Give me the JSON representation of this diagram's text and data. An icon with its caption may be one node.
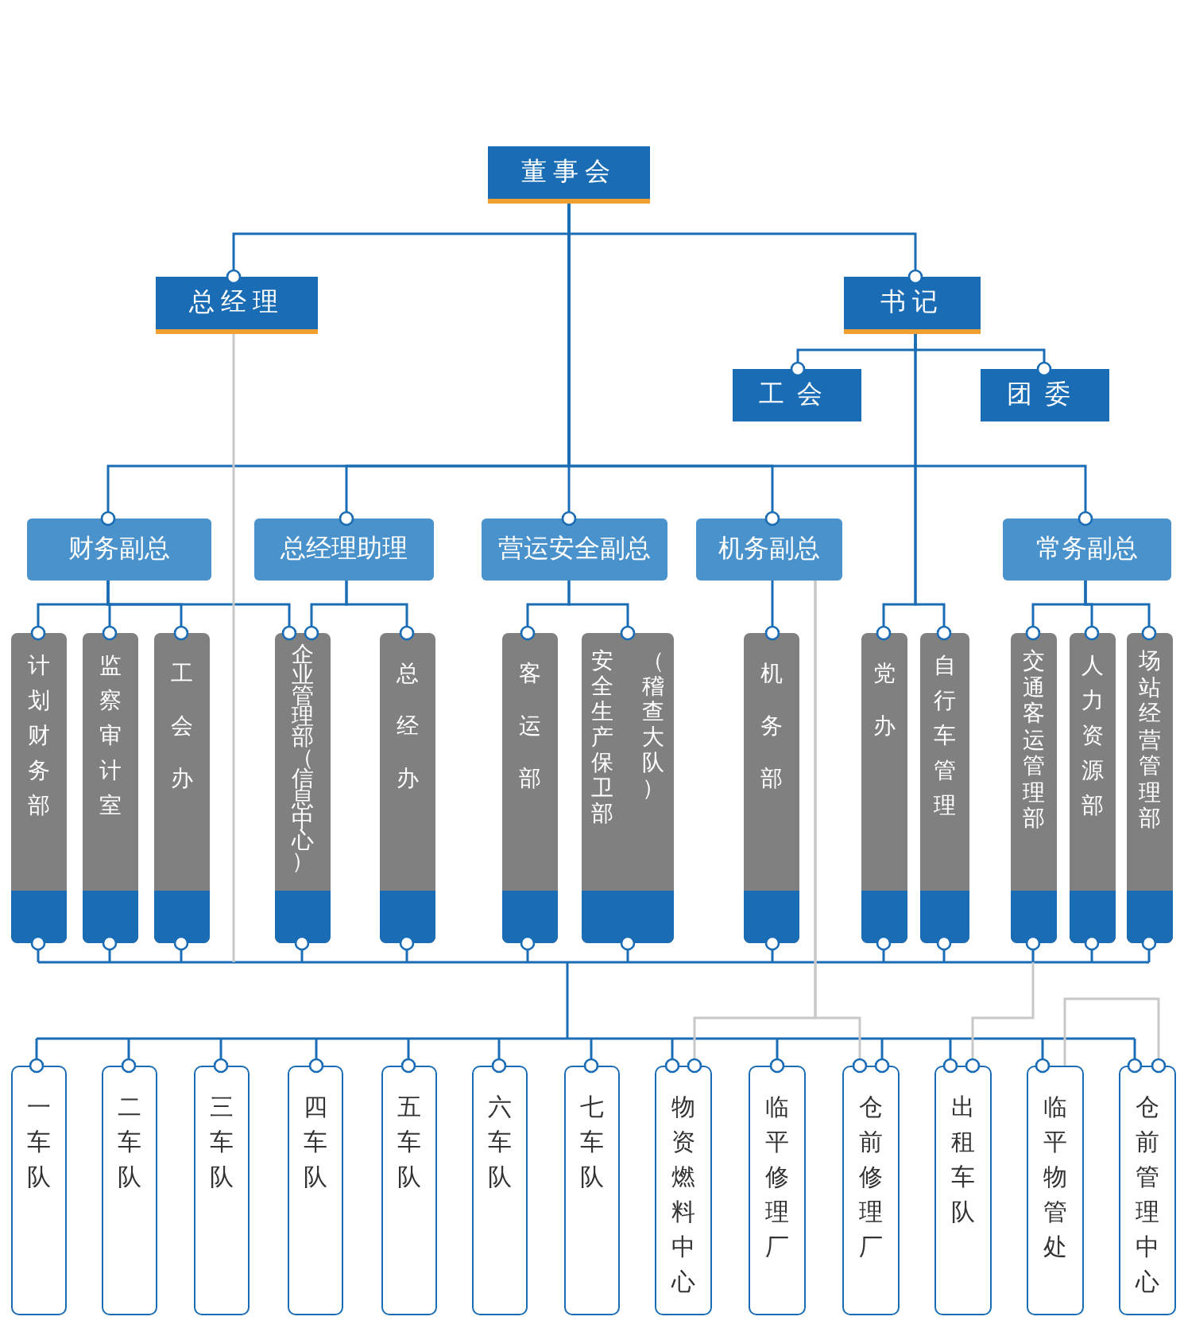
{
  "diagram": {
    "nodes": [
      {
        "text": [
          "董事会"
        ]
      },
      {
        "text": [
          "总经理"
        ]
      },
      {
        "text": [
          "书记"
        ]
      },
      {
        "text": [
          "工会"
        ]
      },
      {
        "text": [
          "团委"
        ]
      },
      {
        "text": [
          "财务副总"
        ]
      },
      {
        "text": [
          "总经理助理"
        ]
      },
      {
        "text": [
          "营运安全副总"
        ]
      },
      {
        "text": [
          "机务副总"
        ]
      },
      {
        "text": [
          "常务副总"
        ]
      },
      {
        "text": [
          "计划财务部"
        ]
      },
      {
        "text": [
          "监察审计室"
        ]
      },
      {
        "text": [
          "工会办"
        ]
      },
      {
        "text": [
          "企业管理部（信息中心）"
        ]
      },
      {
        "text": [
          "总经办"
        ]
      },
      {
        "text": [
          "客运部"
        ]
      },
      {
        "text": [
          "安全生产保卫部（稽查大队）"
        ]
      },
      {
        "text": [
          "机务部"
        ]
      },
      {
        "text": [
          "党办"
        ]
      },
      {
        "text": [
          "自行车管理"
        ]
      },
      {
        "text": [
          "交通客运管理部"
        ]
      },
      {
        "text": [
          "人力资源部"
        ]
      },
      {
        "text": [
          "场站经营管理部"
        ]
      },
      {
        "text": [
          "一车队"
        ]
      },
      {
        "text": [
          "二车队"
        ]
      },
      {
        "text": [
          "三车队"
        ]
      },
      {
        "text": [
          "四车队"
        ]
      },
      {
        "text": [
          "五车队"
        ]
      },
      {
        "text": [
          "六车队"
        ]
      },
      {
        "text": [
          "七车队"
        ]
      },
      {
        "text": [
          "物资燃料中心"
        ]
      },
      {
        "text": [
          "临平修理厂"
        ]
      },
      {
        "text": [
          "仓前修理厂"
        ]
      },
      {
        "text": [
          "出租车队"
        ]
      },
      {
        "text": [
          "临平物管处"
        ]
      },
      {
        "text": [
          "仓前管理中心"
        ]
      }
    ],
    "edges": [
      {
        "from": 0,
        "to": 1,
        "arrow": "other"
      },
      {
        "from": 0,
        "to": 2,
        "arrow": "other"
      },
      {
        "from": 0,
        "to": 5,
        "arrow": "other"
      },
      {
        "from": 0,
        "to": 6,
        "arrow": "other"
      },
      {
        "from": 0,
        "to": 7,
        "arrow": "other"
      },
      {
        "from": 0,
        "to": 8,
        "arrow": "other"
      },
      {
        "from": 0,
        "to": 9,
        "arrow": "other"
      },
      {
        "from": 2,
        "to": 3,
        "arrow": "other"
      },
      {
        "from": 2,
        "to": 4,
        "arrow": "other"
      },
      {
        "from": 5,
        "to": 10,
        "arrow": "other"
      },
      {
        "from": 5,
        "to": 11,
        "arrow": "other"
      },
      {
        "from": 5,
        "to": 12,
        "arrow": "other"
      },
      {
        "from": 5,
        "to": 13,
        "arrow": "other"
      },
      {
        "from": 6,
        "to": 13,
        "arrow": "other"
      },
      {
        "from": 6,
        "to": 14,
        "arrow": "other"
      },
      {
        "from": 7,
        "to": 15,
        "arrow": "other"
      },
      {
        "from": 7,
        "to": 16,
        "arrow": "other"
      },
      {
        "from": 8,
        "to": 17,
        "arrow": "other"
      },
      {
        "from": 2,
        "to": 18,
        "arrow": "other"
      },
      {
        "from": 2,
        "to": 19,
        "arrow": "other"
      },
      {
        "from": 9,
        "to": 20,
        "arrow": "other"
      },
      {
        "from": 9,
        "to": 21,
        "arrow": "other"
      },
      {
        "from": 9,
        "to": 22,
        "arrow": "other"
      },
      {
        "from": 1,
        "to": null,
        "arrow": "none",
        "color": "#c8c8c8"
      },
      {
        "from": 8,
        "to": 30,
        "arrow": "other",
        "color": "#c8c8c8"
      },
      {
        "from": 8,
        "to": 32,
        "arrow": "other",
        "color": "#c8c8c8"
      },
      {
        "from": 20,
        "to": 33,
        "arrow": "other",
        "color": "#c8c8c8"
      },
      {
        "from": 34,
        "to": 35,
        "arrow": "other",
        "color": "#c8c8c8"
      },
      {
        "from": null,
        "to": 10,
        "arrow": "other"
      },
      {
        "from": null,
        "to": 11,
        "arrow": "other"
      },
      {
        "from": null,
        "to": 12,
        "arrow": "other"
      },
      {
        "from": null,
        "to": 13,
        "arrow": "other"
      },
      {
        "from": null,
        "to": 14,
        "arrow": "other"
      },
      {
        "from": null,
        "to": 15,
        "arrow": "other"
      },
      {
        "from": null,
        "to": 16,
        "arrow": "other"
      },
      {
        "from": null,
        "to": 17,
        "arrow": "other"
      },
      {
        "from": null,
        "to": 18,
        "arrow": "other"
      },
      {
        "from": null,
        "to": 19,
        "arrow": "other"
      },
      {
        "from": null,
        "to": 20,
        "arrow": "other"
      },
      {
        "from": null,
        "to": 21,
        "arrow": "other"
      },
      {
        "from": null,
        "to": 22,
        "arrow": "other"
      },
      {
        "from": null,
        "to": 23,
        "arrow": "other"
      },
      {
        "from": null,
        "to": 24,
        "arrow": "other"
      },
      {
        "from": null,
        "to": 25,
        "arrow": "other"
      },
      {
        "from": null,
        "to": 26,
        "arrow": "other"
      },
      {
        "from": null,
        "to": 27,
        "arrow": "other"
      },
      {
        "from": null,
        "to": 28,
        "arrow": "other"
      },
      {
        "from": null,
        "to": 29,
        "arrow": "other"
      },
      {
        "from": null,
        "to": 30,
        "arrow": "other"
      },
      {
        "from": null,
        "to": 31,
        "arrow": "other"
      },
      {
        "from": null,
        "to": 32,
        "arrow": "other"
      },
      {
        "from": null,
        "to": 33,
        "arrow": "other"
      },
      {
        "from": null,
        "to": 34,
        "arrow": "other"
      },
      {
        "from": null,
        "to": 35,
        "arrow": "other"
      }
    ]
  }
}
